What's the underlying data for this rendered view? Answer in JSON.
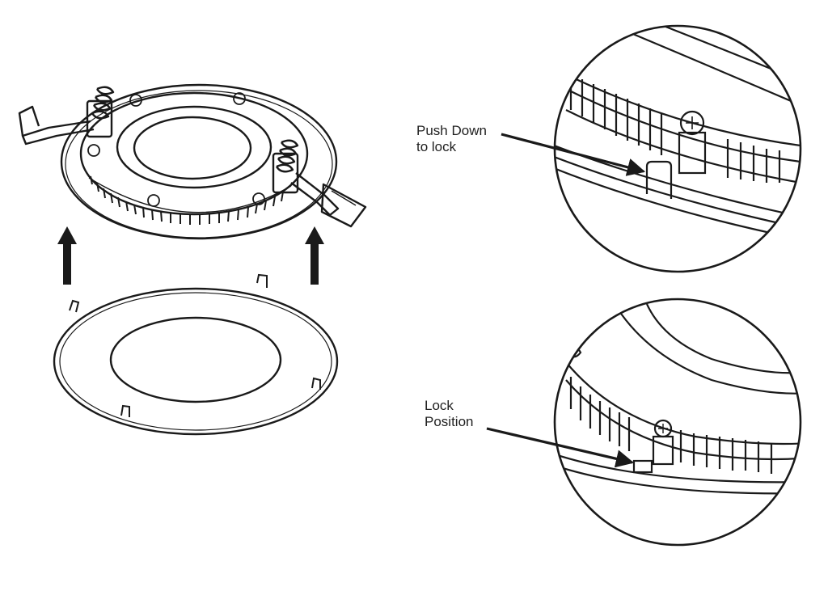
{
  "callouts": {
    "push_down": {
      "line1": "Push Down",
      "line2": "to lock"
    },
    "lock_position": {
      "line1": "Lock",
      "line2": "Position"
    }
  },
  "colors": {
    "ink": "#1a1a1a",
    "paper": "#ffffff"
  },
  "icons": [
    "up-arrow-icon",
    "pointer-arrow-icon"
  ]
}
